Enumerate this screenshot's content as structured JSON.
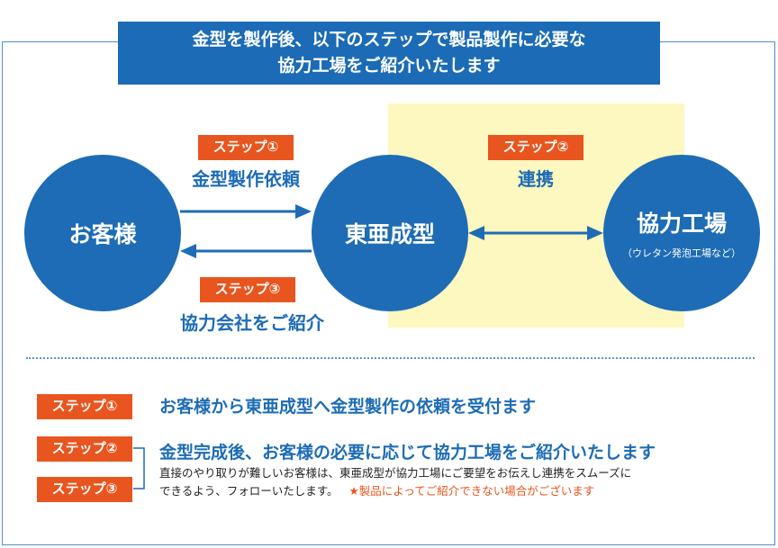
{
  "header": {
    "line1": "金型を製作後、以下のステップで製品製作に必要な",
    "line2": "協力工場をご紹介いたします"
  },
  "nodes": {
    "customer": "お客様",
    "toa": "東亜成型",
    "factory": "協力工場",
    "factory_sub": "（ウレタン発泡工場など）"
  },
  "steps": {
    "s1_tag": "ステップ①",
    "s1_label": "金型製作依頼",
    "s2_tag": "ステップ②",
    "s2_label": "連携",
    "s3_tag": "ステップ③",
    "s3_label": "協力会社をご紹介"
  },
  "legend": {
    "s1_tag": "ステップ①",
    "s1_text": "お客様から東亜成型へ金型製作の依頼を受付ます",
    "s2_tag": "ステップ②",
    "s3_tag": "ステップ③",
    "s23_text": "金型完成後、お客様の必要に応じて協力工場をご紹介いたします",
    "detail_line1": "直接のやり取りが難しいお客様は、東亜成型が協力工場にご要望をお伝えし連携をスムーズに",
    "detail_line2": "できるよう、フォローいたします。",
    "note": "★製品によってご紹介できない場合がございます"
  },
  "colors": {
    "brand_blue": "#1d6cb5",
    "accent_orange": "#e8551e",
    "highlight_yellow": "#fdf7c0"
  }
}
